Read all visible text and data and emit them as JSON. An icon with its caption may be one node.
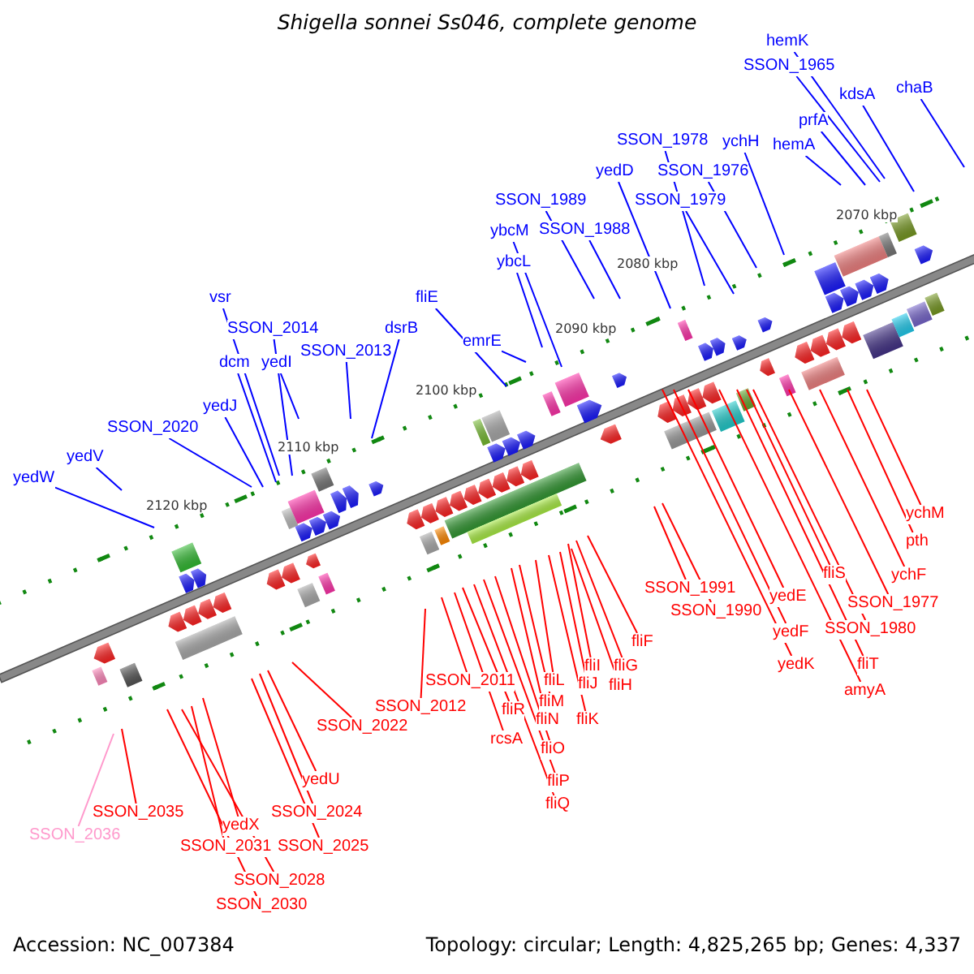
{
  "diagram": {
    "title": "Shigella sonnei Ss046, complete genome",
    "nodes": [
      {
        "text": [
          "hemK"
        ]
      },
      {
        "text": [
          "SSON_1965"
        ]
      },
      {
        "text": [
          "chaB"
        ]
      },
      {
        "text": [
          "kdsA"
        ]
      },
      {
        "text": [
          "prfA"
        ]
      },
      {
        "text": [
          "hemA"
        ]
      },
      {
        "text": [
          "SSON_1978"
        ]
      },
      {
        "text": [
          "ychH"
        ]
      },
      {
        "text": [
          "SSON_1976"
        ]
      },
      {
        "text": [
          "yedD"
        ]
      },
      {
        "text": [
          "SSON_1979"
        ]
      },
      {
        "text": [
          "SSON_1989"
        ]
      },
      {
        "text": [
          "ybcM"
        ]
      },
      {
        "text": [
          "SSON_1988"
        ]
      },
      {
        "text": [
          "ybcL"
        ]
      },
      {
        "text": [
          "fliE"
        ]
      },
      {
        "text": [
          "vsr"
        ]
      },
      {
        "text": [
          "SSON_2014"
        ]
      },
      {
        "text": [
          "dsrB"
        ]
      },
      {
        "text": [
          "emrE"
        ]
      },
      {
        "text": [
          "SSON_2013"
        ]
      },
      {
        "text": [
          "dcm"
        ]
      },
      {
        "text": [
          "yedI"
        ]
      },
      {
        "text": [
          "yedJ"
        ]
      },
      {
        "text": [
          "SSON_2020"
        ]
      },
      {
        "text": [
          "yedV"
        ]
      },
      {
        "text": [
          "yedW"
        ]
      },
      {
        "text": [
          "ychM"
        ]
      },
      {
        "text": [
          "pth"
        ]
      },
      {
        "text": [
          "fliS"
        ]
      },
      {
        "text": [
          "ychF"
        ]
      },
      {
        "text": [
          "SSON_1991"
        ]
      },
      {
        "text": [
          "yedE"
        ]
      },
      {
        "text": [
          "SSON_1977"
        ]
      },
      {
        "text": [
          "SSON_1990"
        ]
      },
      {
        "text": [
          "SSON_1980"
        ]
      },
      {
        "text": [
          "yedF"
        ]
      },
      {
        "text": [
          "yedK"
        ]
      },
      {
        "text": [
          "fliT"
        ]
      },
      {
        "text": [
          "amyA"
        ]
      },
      {
        "text": [
          "fliF"
        ]
      },
      {
        "text": [
          "fliI"
        ]
      },
      {
        "text": [
          "fliG"
        ]
      },
      {
        "text": [
          "SSON_2011"
        ]
      },
      {
        "text": [
          "fliL"
        ]
      },
      {
        "text": [
          "fliJ"
        ]
      },
      {
        "text": [
          "fliH"
        ]
      },
      {
        "text": [
          "fliM"
        ]
      },
      {
        "text": [
          "SSON_2012"
        ]
      },
      {
        "text": [
          "fliR"
        ]
      },
      {
        "text": [
          "fliN"
        ]
      },
      {
        "text": [
          "fliK"
        ]
      },
      {
        "text": [
          "SSON_2022"
        ]
      },
      {
        "text": [
          "rcsA"
        ]
      },
      {
        "text": [
          "fliO"
        ]
      },
      {
        "text": [
          "yedU"
        ]
      },
      {
        "text": [
          "fliP"
        ]
      },
      {
        "text": [
          "fliQ"
        ]
      },
      {
        "text": [
          "SSON_2035"
        ]
      },
      {
        "text": [
          "SSON_2024"
        ]
      },
      {
        "text": [
          "yedX"
        ]
      },
      {
        "text": [
          "SSON_2036"
        ]
      },
      {
        "text": [
          "SSON_2031"
        ]
      },
      {
        "text": [
          "SSON_2025"
        ]
      },
      {
        "text": [
          "SSON_2028"
        ]
      },
      {
        "text": [
          "SSON_2030"
        ]
      }
    ],
    "edges": [
      {
        "from": 0,
        "to": null,
        "arrow": "none",
        "color": "#0000ff"
      },
      {
        "from": 1,
        "to": null,
        "arrow": "none",
        "color": "#0000ff"
      },
      {
        "from": 2,
        "to": null,
        "arrow": "none",
        "color": "#0000ff"
      },
      {
        "from": 3,
        "to": null,
        "arrow": "none",
        "color": "#0000ff"
      },
      {
        "from": 4,
        "to": null,
        "arrow": "none",
        "color": "#0000ff"
      },
      {
        "from": 5,
        "to": null,
        "arrow": "none",
        "color": "#0000ff"
      },
      {
        "from": 6,
        "to": null,
        "arrow": "none",
        "color": "#0000ff"
      },
      {
        "from": 7,
        "to": null,
        "arrow": "none",
        "color": "#0000ff"
      },
      {
        "from": 8,
        "to": null,
        "arrow": "none",
        "color": "#0000ff"
      },
      {
        "from": 9,
        "to": null,
        "arrow": "none",
        "color": "#0000ff"
      },
      {
        "from": 10,
        "to": null,
        "arrow": "none",
        "color": "#0000ff"
      },
      {
        "from": 11,
        "to": null,
        "arrow": "none",
        "color": "#0000ff"
      },
      {
        "from": 12,
        "to": null,
        "arrow": "none",
        "color": "#0000ff"
      },
      {
        "from": 13,
        "to": null,
        "arrow": "none",
        "color": "#0000ff"
      },
      {
        "from": 14,
        "to": null,
        "arrow": "none",
        "color": "#0000ff"
      },
      {
        "from": 15,
        "to": null,
        "arrow": "none",
        "color": "#0000ff"
      },
      {
        "from": 16,
        "to": null,
        "arrow": "none",
        "color": "#0000ff"
      },
      {
        "from": 17,
        "to": null,
        "arrow": "none",
        "color": "#0000ff"
      },
      {
        "from": 18,
        "to": null,
        "arrow": "none",
        "color": "#0000ff"
      },
      {
        "from": 19,
        "to": null,
        "arrow": "none",
        "color": "#0000ff"
      },
      {
        "from": 20,
        "to": null,
        "arrow": "none",
        "color": "#0000ff"
      },
      {
        "from": 21,
        "to": null,
        "arrow": "none",
        "color": "#0000ff"
      },
      {
        "from": 22,
        "to": null,
        "arrow": "none",
        "color": "#0000ff"
      },
      {
        "from": 23,
        "to": null,
        "arrow": "none",
        "color": "#0000ff"
      },
      {
        "from": 24,
        "to": null,
        "arrow": "none",
        "color": "#0000ff"
      },
      {
        "from": 25,
        "to": null,
        "arrow": "none",
        "color": "#0000ff"
      },
      {
        "from": 26,
        "to": null,
        "arrow": "none",
        "color": "#0000ff"
      },
      {
        "from": 27,
        "to": null,
        "arrow": "none"
      },
      {
        "from": 28,
        "to": null,
        "arrow": "none"
      },
      {
        "from": 29,
        "to": null,
        "arrow": "none"
      },
      {
        "from": 30,
        "to": null,
        "arrow": "none"
      },
      {
        "from": 31,
        "to": null,
        "arrow": "none"
      },
      {
        "from": 32,
        "to": null,
        "arrow": "none"
      },
      {
        "from": 33,
        "to": null,
        "arrow": "none"
      },
      {
        "from": 34,
        "to": null,
        "arrow": "none"
      },
      {
        "from": 35,
        "to": null,
        "arrow": "none"
      },
      {
        "from": 36,
        "to": null,
        "arrow": "none"
      },
      {
        "from": 37,
        "to": null,
        "arrow": "none"
      },
      {
        "from": 38,
        "to": null,
        "arrow": "none"
      },
      {
        "from": 39,
        "to": null,
        "arrow": "none"
      },
      {
        "from": 40,
        "to": null,
        "arrow": "none"
      },
      {
        "from": 41,
        "to": null,
        "arrow": "none"
      },
      {
        "from": 42,
        "to": null,
        "arrow": "none"
      },
      {
        "from": 43,
        "to": null,
        "arrow": "none"
      },
      {
        "from": 44,
        "to": null,
        "arrow": "none"
      },
      {
        "from": 45,
        "to": null,
        "arrow": "none"
      },
      {
        "from": 46,
        "to": null,
        "arrow": "none"
      },
      {
        "from": 47,
        "to": null,
        "arrow": "none"
      },
      {
        "from": 48,
        "to": null,
        "arrow": "none"
      },
      {
        "from": 49,
        "to": null,
        "arrow": "none"
      },
      {
        "from": 50,
        "to": null,
        "arrow": "none"
      },
      {
        "from": 51,
        "to": null,
        "arrow": "none"
      },
      {
        "from": 52,
        "to": null,
        "arrow": "none"
      },
      {
        "from": 53,
        "to": null,
        "arrow": "none"
      },
      {
        "from": 54,
        "to": null,
        "arrow": "none"
      },
      {
        "from": 55,
        "to": null,
        "arrow": "none"
      },
      {
        "from": 56,
        "to": null,
        "arrow": "none"
      },
      {
        "from": 57,
        "to": null,
        "arrow": "none"
      },
      {
        "from": 58,
        "to": null,
        "arrow": "none"
      },
      {
        "from": 59,
        "to": null,
        "arrow": "none"
      },
      {
        "from": 60,
        "to": null,
        "arrow": "none"
      },
      {
        "from": 61,
        "to": null,
        "arrow": "none",
        "color": "#ff99cc"
      },
      {
        "from": 62,
        "to": null,
        "arrow": "none"
      },
      {
        "from": 63,
        "to": null,
        "arrow": "none"
      },
      {
        "from": 64,
        "to": null,
        "arrow": "none"
      },
      {
        "from": 65,
        "to": null,
        "arrow": "none"
      }
    ],
    "labels": [
      "2070 kbp",
      "2080 kbp",
      "2090 kbp",
      "2100 kbp",
      "2110 kbp",
      "2120 kbp",
      "Accession: NC_007384",
      "Topology: circular; Length: 4,825,265 bp; Genes: 4,337"
    ]
  }
}
